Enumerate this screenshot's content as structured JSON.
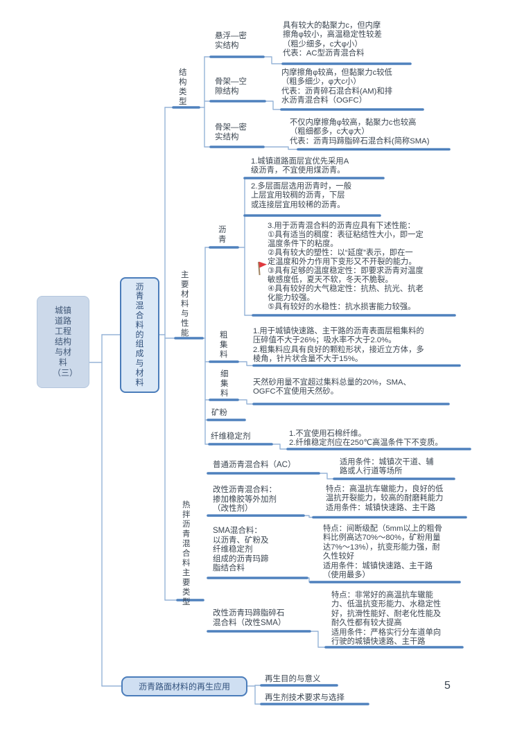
{
  "page": {
    "number": "5"
  },
  "root": {
    "label": "城镇道路工程结构与材料（三）"
  },
  "main": {
    "label": "沥青混合料的组成与材料"
  },
  "structure": {
    "label": "结构类型",
    "children": [
      {
        "label": "悬浮—密实结构",
        "content": "具有较大的黏聚力c，但内摩\n擦角φ较小，高温稳定性较差\n（粗少细多，c大φ小）\n代表：AC型沥青混合料"
      },
      {
        "label": "骨架—空隙结构",
        "content": "内摩擦角φ较高，但黏聚力c较低\n（粗多细少，φ大c小）\n代表：沥青碎石混合料(AM)和排\n水沥青混合料（OGFC）"
      },
      {
        "label": "骨架—密实结构",
        "content": "不仅内摩擦角φ较高，黏聚力c也较高\n（粗细都多，c大φ大）\n代表：沥青玛蹄脂碎石混合料(简称SMA)"
      }
    ]
  },
  "materials": {
    "label": "主要材料与性能",
    "children": [
      {
        "label": "沥青",
        "notes": [
          "1.城镇道路面层宜优先采用A\n级沥青，不宜使用煤沥青。",
          "2.多层面层选用沥青时，一般\n上层宜用较稠的沥青，下层\n或连接层宜用较稀的沥青。",
          "3.用于沥青混合料的沥青应具有下述性能：\n①具有适当的稠度：表征粘结性大小，即一定\n温度条件下的粘度。\n②具有较大的塑性：以“延度”表示，即在一\n定温度和外力作用下变形又不开裂的能力。\n③具有足够的温度稳定性：即要求沥青对温度\n敏感度低，夏天不软，冬天不脆裂。\n④具有较好的大气稳定性：抗热、抗光、抗老\n化能力较强。\n⑤具有较好的水稳性：抗水损害能力较强。"
        ]
      },
      {
        "label": "粗集料",
        "content": "1.用于城镇快速路、主干路的沥青表面层粗集料的\n压碎值不大于26%；吸水率不大于2.0%。\n2.粗集料应具有良好的颗粒形状，接近立方体，多\n棱角，针片状含量不大于15%。"
      },
      {
        "label": "细集料",
        "content": "天然砂用量不宜超过集料总量的20%，SMA、\nOGFC不宜使用天然砂。"
      },
      {
        "label": "矿粉"
      },
      {
        "label": "纤维稳定剂",
        "content": "1.不宜使用石棉纤维。\n2.纤维稳定剂应在250℃高温条件下不变质。"
      }
    ]
  },
  "hotmix": {
    "label": "热拌沥青混合料主要类型",
    "children": [
      {
        "label": "普通沥青混合料（AC）",
        "content": "适用条件：城镇次干道、辅\n路或人行道等场所"
      },
      {
        "label": "改性沥青混合料：\n掺加橡胶等外加剂\n（改性剂）",
        "content": "特点：高温抗车辙能力，良好的低\n温抗开裂能力，较高的耐磨耗能力\n适用条件：城镇快速路、主干路"
      },
      {
        "label": "SMA混合料：\n以沥青、矿粉及\n纤维稳定剂\n组成的沥青玛蹄\n脂结合料",
        "content": "特点：间断级配（5mm以上的粗骨\n料比例高达70%～80%，矿粉用量\n达7%～13%），抗变形能力强，耐\n久性较好\n适用条件：城镇快速路、主干路\n（使用最多）"
      },
      {
        "label": "改性沥青玛蹄脂碎石\n混合料（改性SMA）",
        "content": "特点：非常好的高温抗车辙能\n力、低温抗变形能力、水稳定性\n好，抗滑性能好、耐老化性能及\n耐久性都有较大提高\n适用条件：严格实行分车道单向\n行驶的城镇快速路、主干路"
      }
    ]
  },
  "recycle": {
    "label": "沥青路面材料的再生应用",
    "children": [
      {
        "label": "再生目的与意义"
      },
      {
        "label": "再生剂技术要求与选择"
      }
    ]
  },
  "icons": {
    "flag": "red-flag-marker"
  },
  "colors": {
    "line_thick": "#4f81bd",
    "line_thin": "#95b3d7",
    "node_border": "#4a7cba",
    "main_fill": "#dbe8f6",
    "root_fill": "#ccd9ea",
    "flag_red": "#e0393f"
  }
}
